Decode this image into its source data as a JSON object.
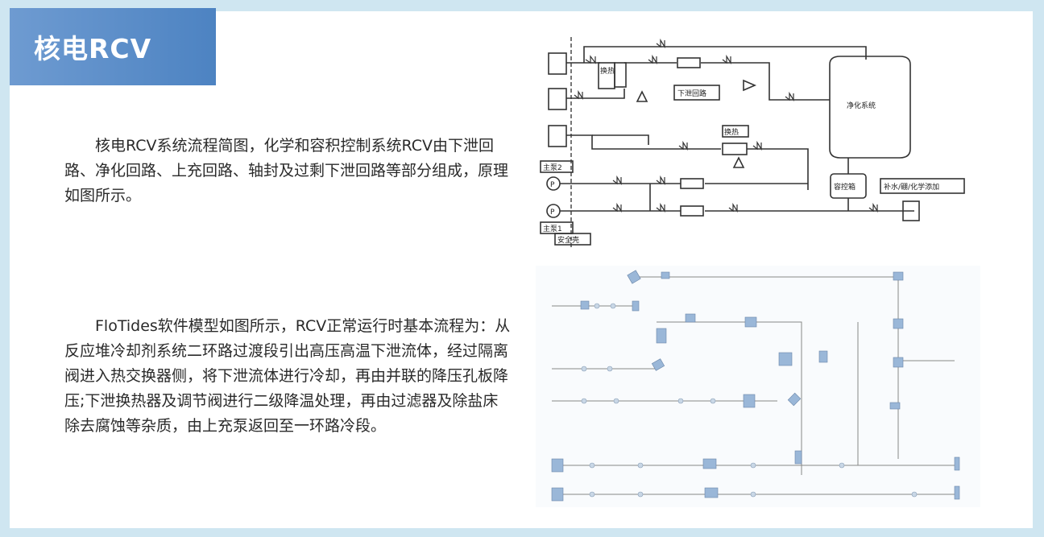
{
  "header": {
    "title": "核电RCV"
  },
  "paragraphs": {
    "p1": "核电RCV系统流程简图，化学和容积控制系统RCV由下泄回路、净化回路、上充回路、轴封及过剩下泄回路等部分组成，原理如图所示。",
    "p2": "FloTides软件模型如图所示，RCV正常运行时基本流程为：从反应堆冷却剂系统二环路过渡段引出高压高温下泄流体，经过隔离阀进入热交换器侧，将下泄流体进行冷却，再由并联的降压孔板降压;下泄换热器及调节阀进行二级降温处理，再由过滤器及除盐床除去腐蚀等杂质，由上充泵返回至一环路冷段。"
  },
  "diagram": {
    "hx_top": "换热",
    "hx_mid": "换热",
    "letdown_loop": "下泄回路",
    "purification": "净化系统",
    "vct": "容控箱",
    "makeup": "补水/硼/化学添加",
    "pump2": "主泵2",
    "pump1": "主泵1",
    "pump_symbol": "P",
    "containment": "安全壳"
  },
  "colors": {
    "background": "#cfe6f1",
    "title_bg": "#5a8cc8",
    "line": "#333333"
  }
}
